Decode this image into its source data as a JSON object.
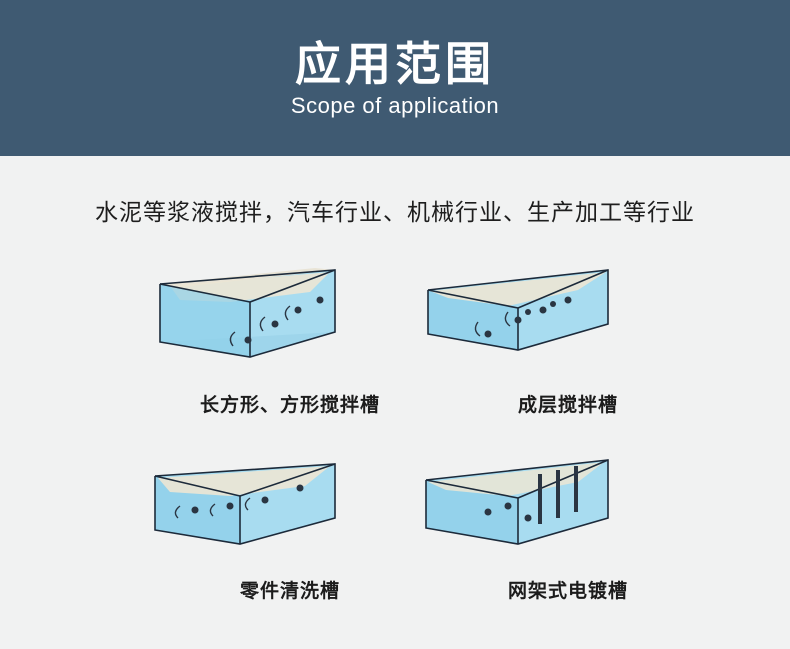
{
  "header": {
    "title": "应用范围",
    "subtitle": "Scope of application"
  },
  "description": "水泥等浆液搅拌，汽车行业、机械行业、生产加工等行业",
  "applications": [
    {
      "label": "长方形、方形搅拌槽",
      "icon": "rectangular-stirring-tank-icon"
    },
    {
      "label": "成层搅拌槽",
      "icon": "layered-stirring-tank-icon"
    },
    {
      "label": "零件清洗槽",
      "icon": "parts-cleaning-tank-icon"
    },
    {
      "label": "网架式电镀槽",
      "icon": "rack-electroplating-tank-icon"
    }
  ],
  "colors": {
    "header_bg": "#3f5a72",
    "page_bg": "#f1f2f2",
    "water": "#8fd0ea",
    "tank_edge": "#1c2a3a"
  }
}
